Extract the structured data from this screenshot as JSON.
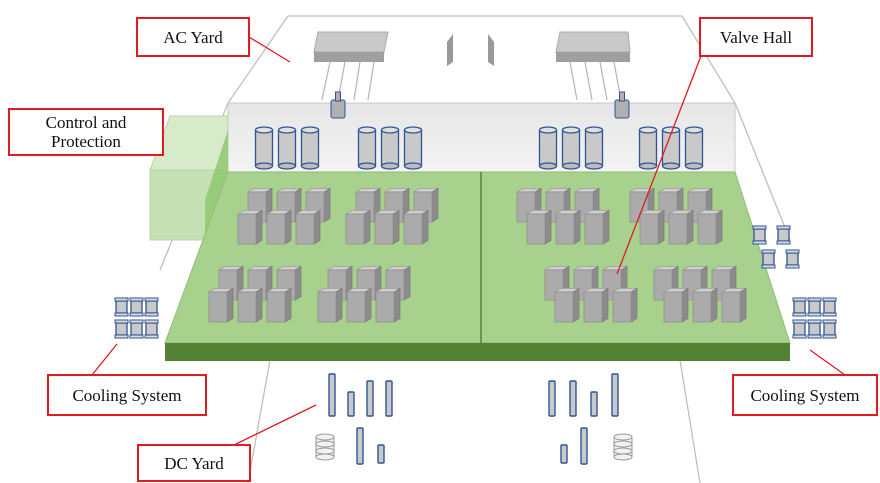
{
  "labels": {
    "ac_yard": "AC Yard",
    "valve_hall": "Valve Hall",
    "control_line1": "Control and",
    "control_line2": "Protection",
    "cooling_left": "Cooling System",
    "cooling_right": "Cooling System",
    "dc_yard": "DC Yard"
  },
  "colors": {
    "callout_border": "#e01b22",
    "callout_line": "#e01b22",
    "floor_green": "#a9d18e",
    "floor_edge": "#548235",
    "control_building": "#c5e0b4",
    "module_gray": "#a6a6a6",
    "equipment_outline": "#2f5597"
  }
}
